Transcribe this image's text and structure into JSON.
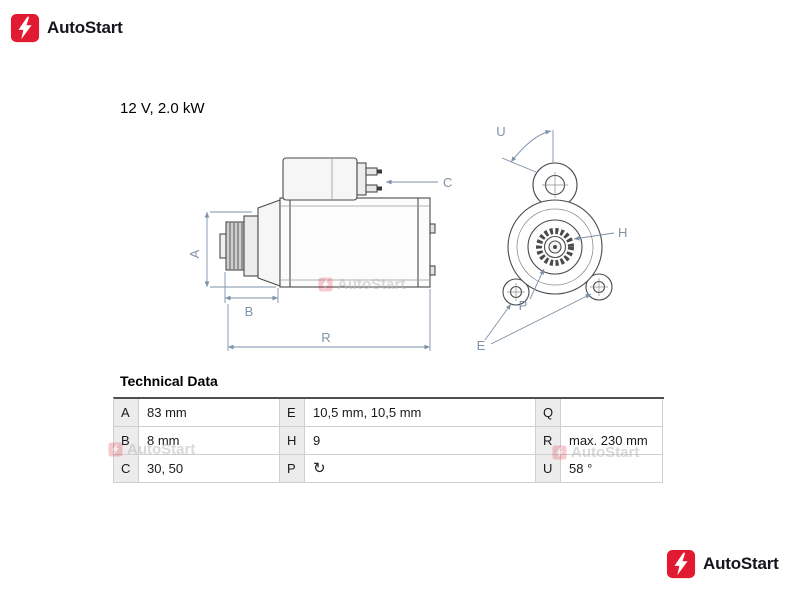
{
  "brand": {
    "name": "AutoStart"
  },
  "product": {
    "spec": "12 V, 2.0 kW"
  },
  "colors": {
    "brand_red": "#e11931",
    "dimension_blue": "#7e92a9",
    "line_art": "#4a4a4a"
  },
  "watermark": {
    "text": "AutoStart"
  },
  "drawing": {
    "labels": {
      "A": "A",
      "B": "B",
      "C": "C",
      "R": "R",
      "U": "U",
      "H": "H",
      "P": "P",
      "E": "E"
    }
  },
  "table": {
    "title": "Technical Data",
    "rotation_icon": "↻",
    "rows": [
      {
        "cells": [
          {
            "label": "A",
            "value": "83 mm"
          },
          {
            "label": "E",
            "value": "10,5 mm, 10,5 mm"
          },
          {
            "label": "Q",
            "value": ""
          }
        ]
      },
      {
        "cells": [
          {
            "label": "B",
            "value": "8 mm"
          },
          {
            "label": "H",
            "value": "9"
          },
          {
            "label": "R",
            "value": "max. 230 mm"
          }
        ]
      },
      {
        "cells": [
          {
            "label": "C",
            "value": "30, 50"
          },
          {
            "label": "P",
            "value": ""
          },
          {
            "label": "U",
            "value": "58 °"
          }
        ]
      }
    ]
  }
}
